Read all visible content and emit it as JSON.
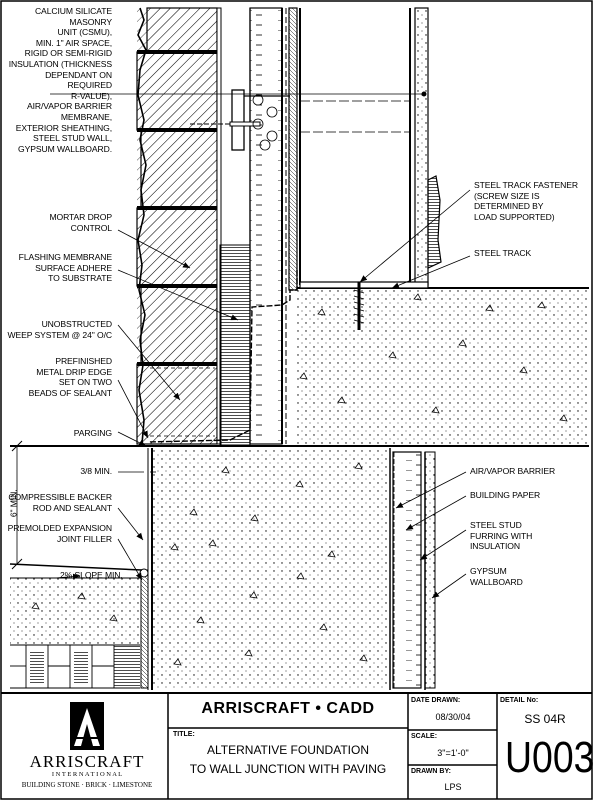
{
  "notes": {
    "csmu": "CALCIUM SILICATE MASONRY\nUNIT (CSMU),\nMIN. 1\" AIR SPACE,\nRIGID OR SEMI-RIGID\nINSULATION (THICKNESS\nDEPENDANT ON REQUIRED\nR-VALUE),\nAIR/VAPOR BARRIER\nMEMBRANE,\nEXTERIOR SHEATHING,\nSTEEL STUD WALL,\nGYPSUM WALLBOARD.",
    "mortar_drop": "MORTAR DROP\nCONTROL",
    "flashing": "FLASHING MEMBRANE\nSURFACE ADHERE\nTO SUBSTRATE",
    "weep": "UNOBSTRUCTED\nWEEP SYSTEM @ 24\" O/C",
    "drip_edge": "PREFINISHED\nMETAL DRIP EDGE\nSET ON TWO\nBEADS OF SEALANT",
    "parging": "PARGING",
    "min_38": "3/8 MIN.",
    "backer_rod": "COMPRESSIBLE BACKER\nROD AND SEALANT",
    "expansion": "PREMOLDED EXPANSION\nJOINT FILLER",
    "slope": "2% SLOPE MIN.",
    "six_min": "6\" MIN.",
    "fastener": "STEEL TRACK FASTENER\n(SCREW SIZE IS\nDETERMINED BY\nLOAD SUPPORTED)",
    "steel_track": "STEEL TRACK",
    "air_vapor": "AIR/VAPOR BARRIER",
    "building_paper": "BUILDING PAPER",
    "steel_stud": "STEEL STUD\nFURRING WITH\nINSULATION",
    "gypsum": "GYPSUM\nWALLBOARD"
  },
  "title_block": {
    "company_banner": "ARRISCRAFT • CADD",
    "logo_name": "ARRISCRAFT",
    "logo_sub": "I N T E R N A T I O N A L",
    "logo_tagline": "BUILDING STONE · BRICK · LIMESTONE",
    "title_label": "TITLE:",
    "title_line1": "ALTERNATIVE FOUNDATION",
    "title_line2": "TO WALL JUNCTION WITH PAVING",
    "date_label": "DATE DRAWN:",
    "date_value": "08/30/04",
    "scale_label": "SCALE:",
    "scale_value": "3\"=1'-0\"",
    "drawn_label": "DRAWN BY:",
    "drawn_value": "LPS",
    "detail_label": "DETAIL No:",
    "detail_code": "SS 04R",
    "detail_number": "U003"
  }
}
